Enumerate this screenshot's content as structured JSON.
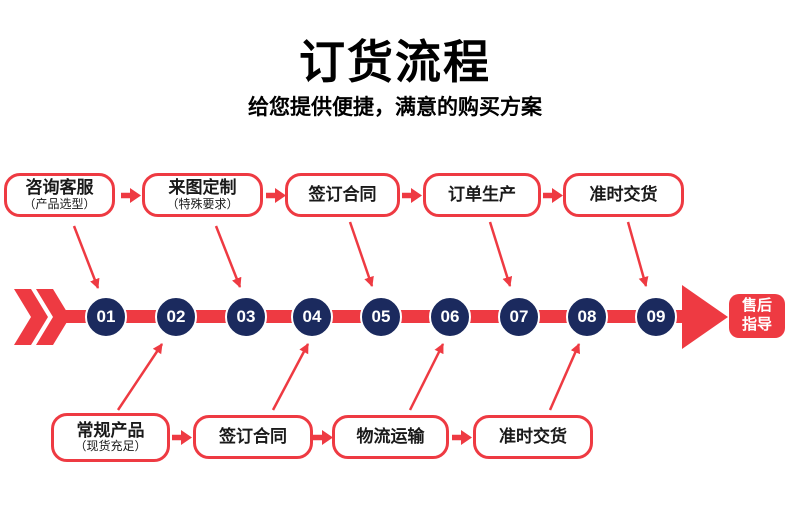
{
  "title": "订货流程",
  "subtitle": "给您提供便捷，满意的购买方案",
  "top_steps": [
    {
      "label": "咨询客服",
      "sub": "（产品选型）"
    },
    {
      "label": "来图定制",
      "sub": "（特殊要求）"
    },
    {
      "label": "签订合同",
      "sub": ""
    },
    {
      "label": "订单生产",
      "sub": ""
    },
    {
      "label": "准时交货",
      "sub": ""
    }
  ],
  "bottom_steps": [
    {
      "label": "常规产品",
      "sub": "（现货充足）"
    },
    {
      "label": "签订合同",
      "sub": ""
    },
    {
      "label": "物流运输",
      "sub": ""
    },
    {
      "label": "准时交货",
      "sub": ""
    }
  ],
  "timeline": {
    "numbers": [
      "01",
      "02",
      "03",
      "04",
      "05",
      "06",
      "07",
      "08",
      "09"
    ],
    "end_label": [
      "售后",
      "指导"
    ]
  },
  "colors": {
    "red": "#ee3a42",
    "navy": "#1b2a5e",
    "text": "#000000",
    "background": "#ffffff"
  }
}
